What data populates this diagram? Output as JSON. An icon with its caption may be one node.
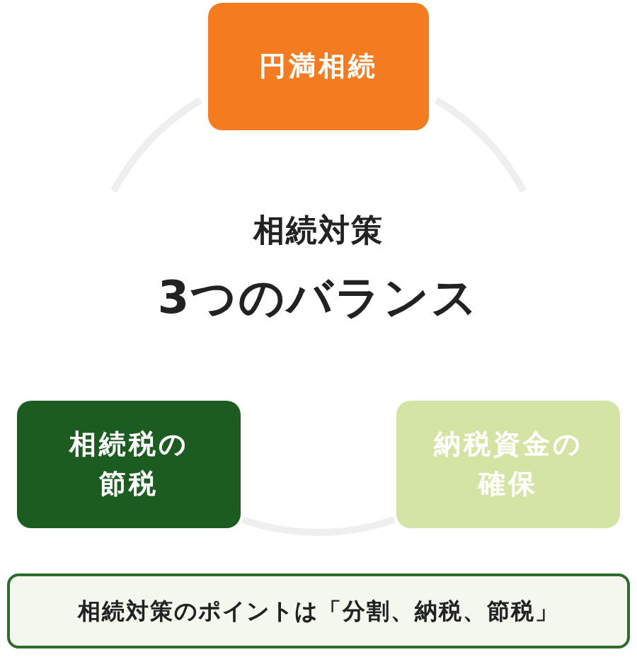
{
  "diagram": {
    "nodes": [
      {
        "text": [
          "相続対策",
          "3つのバランス"
        ]
      },
      {
        "text": [
          "円満相続"
        ]
      },
      {
        "text": [
          "相続税の節税"
        ]
      },
      {
        "text": [
          "納税資金の確保"
        ]
      },
      {
        "text": [
          "相続対策のポイントは「分割、納税、節税」"
        ]
      }
    ]
  }
}
